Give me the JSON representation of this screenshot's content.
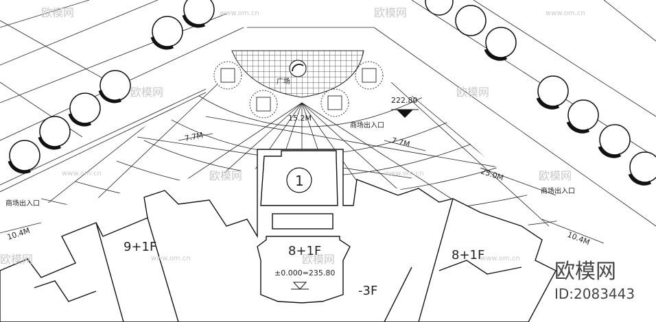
{
  "plan": {
    "plaza_label": "广场",
    "elevation_mark": "222.80",
    "dim_center": "15.2M",
    "dim_left_diag": "7.7M",
    "dim_right_diag": "7.7M",
    "dim_right_long": "25.0M",
    "dim_left_edge": "10.4M",
    "dim_right_edge": "10.4M",
    "entrance_left": "商场出入口",
    "entrance_center": "商场出入口",
    "entrance_right": "商场出入口",
    "building_number": "1",
    "left_floors": "9+1F",
    "center_floors": "8+1F",
    "right_floors": "8+1F",
    "datum": "±0.000=235.80",
    "basement": "-3F"
  },
  "watermark": {
    "brand": "欧模网",
    "site": "www.om.cn",
    "id": "ID:2083443"
  }
}
